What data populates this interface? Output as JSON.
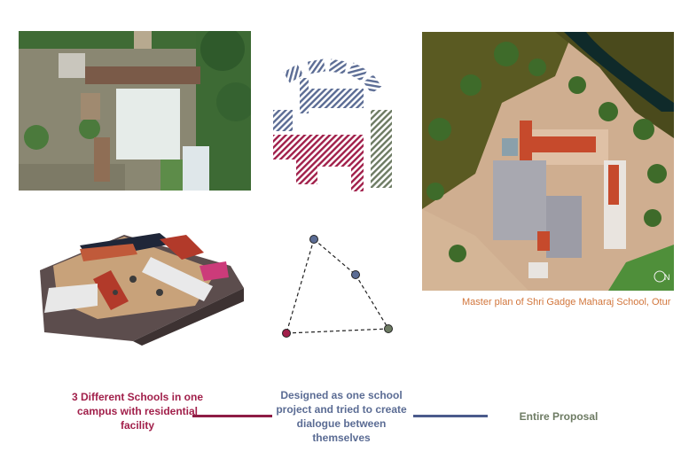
{
  "caption": "Master plan of Shri Gadge Maharaj School, Otur",
  "labels": {
    "schools": "3 Different Schools in one campus with residential facility",
    "designed": "Designed as one school project and tried to create dialogue between themselves",
    "entire": "Entire Proposal"
  },
  "north_marker": "N",
  "colors": {
    "maroon": "#a11f4a",
    "slate_blue": "#5b6c94",
    "olive_green": "#6d7b63",
    "caption_orange": "#d2763c"
  }
}
